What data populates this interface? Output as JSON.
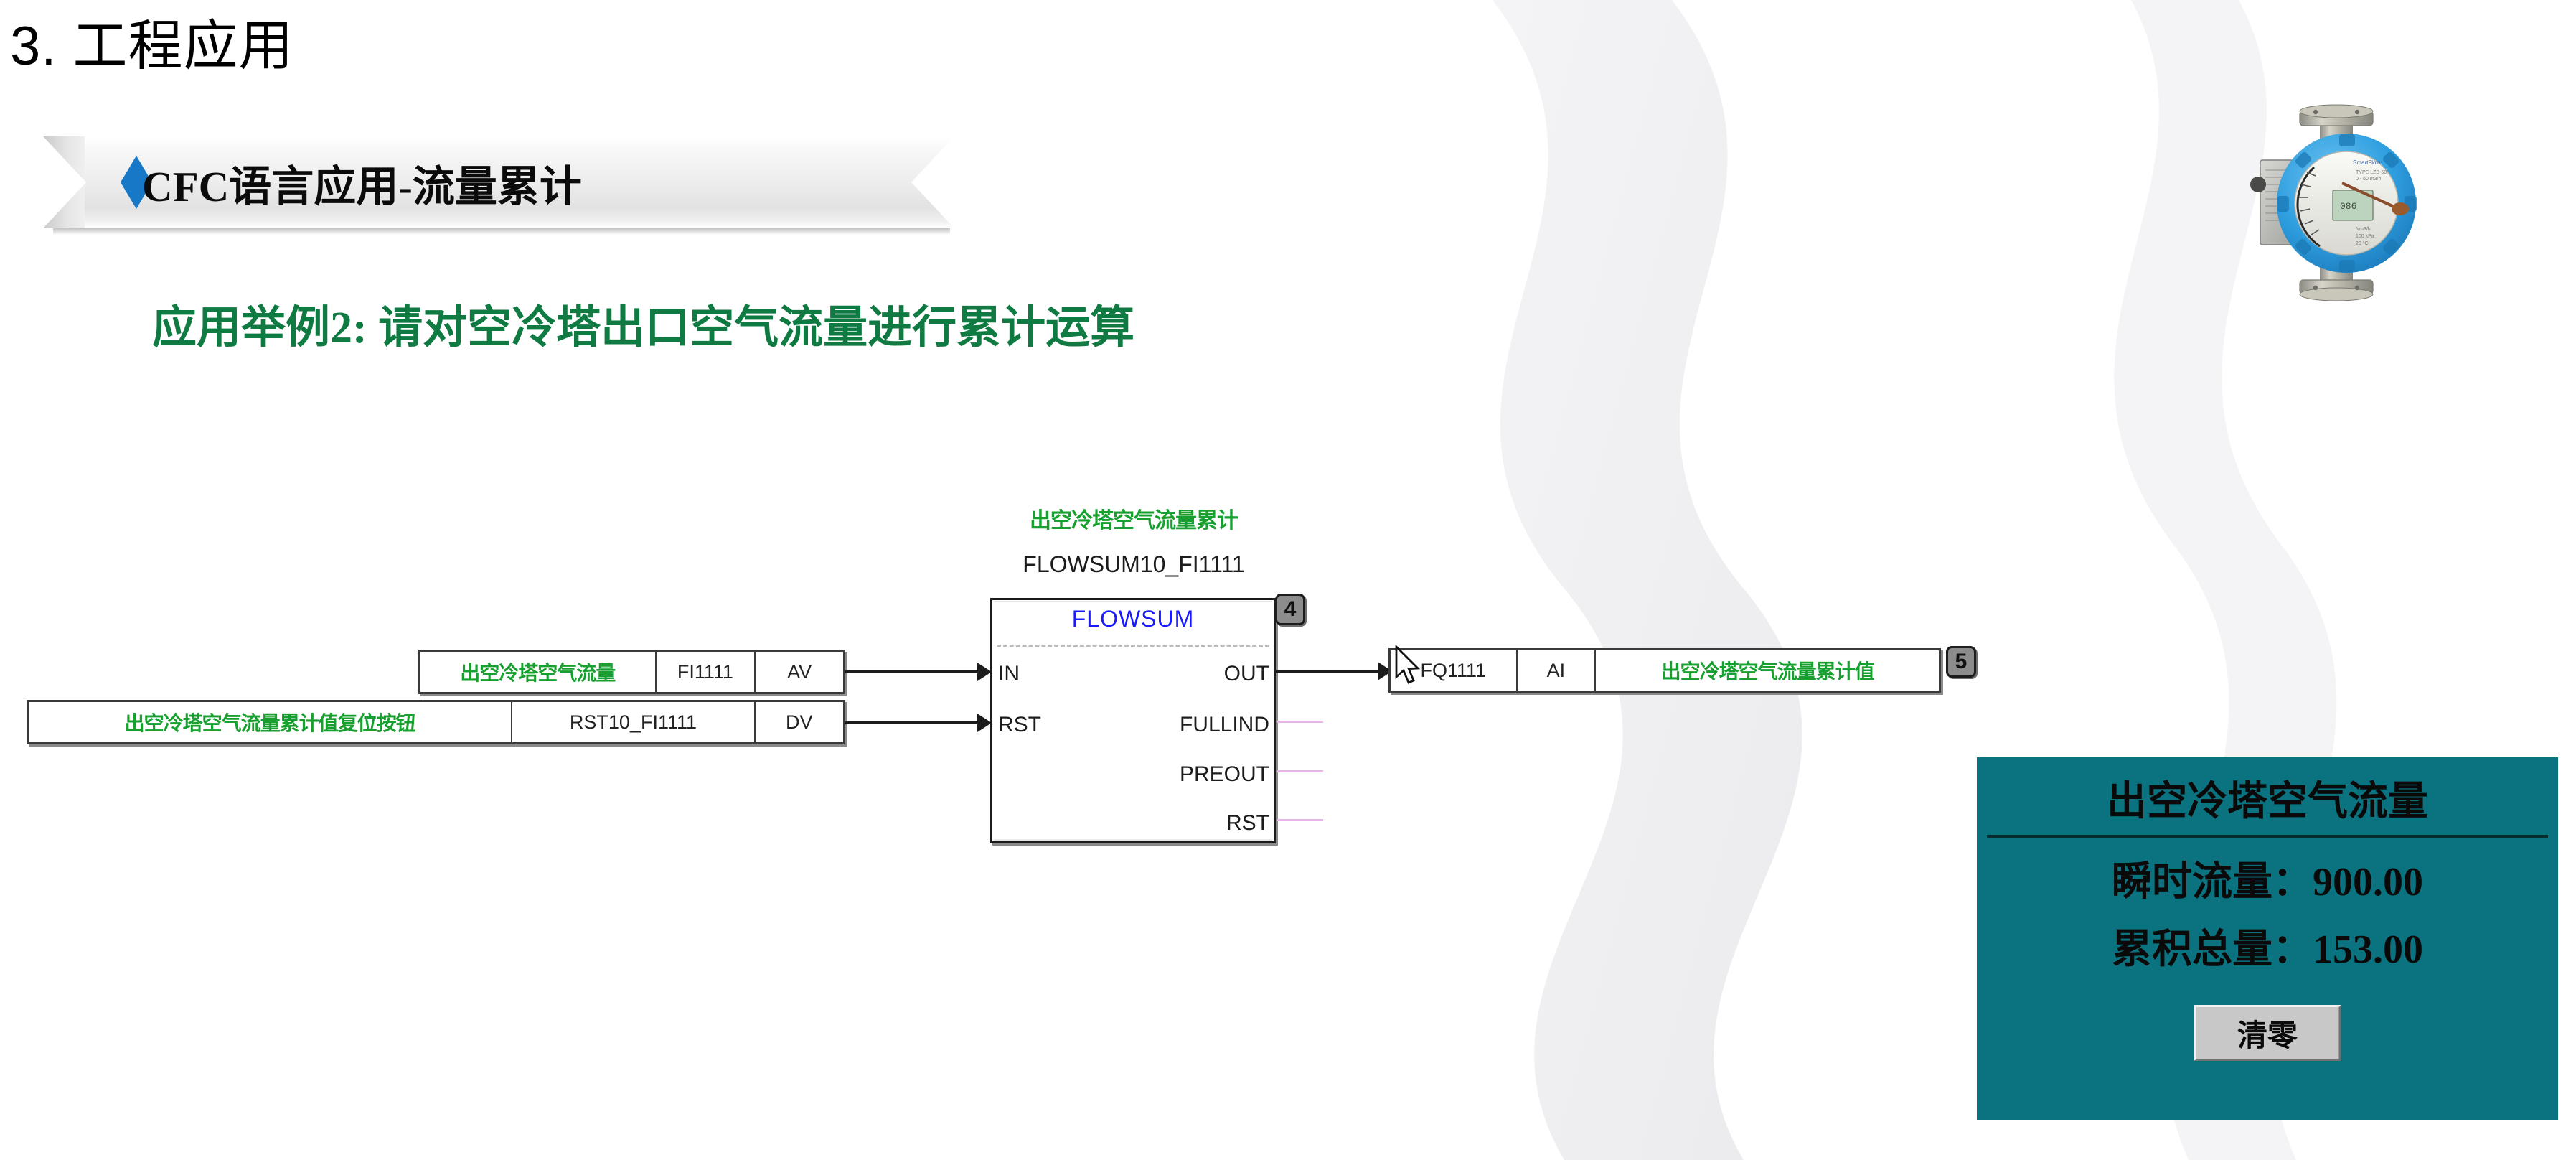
{
  "slide": {
    "title": "3. 工程应用",
    "banner_label": "CFC语言应用-流量累计",
    "banner_bullet": "diamond-bullet",
    "example_line": "应用举例2: 请对空冷塔出口空气流量进行累计运算"
  },
  "diagram": {
    "block_comment": "出空冷塔空气流量累计",
    "block_instance": "FLOWSUM10_FI1111",
    "block_type": "FLOWSUM",
    "inputs": [
      {
        "description": "出空冷塔空气流量",
        "tag": "FI1111",
        "datatype": "AV",
        "pin": "IN"
      },
      {
        "description": "出空冷塔空气流量累计值复位按钮",
        "tag": "RST10_FI1111",
        "datatype": "DV",
        "pin": "RST"
      }
    ],
    "pins_left": [
      "IN",
      "RST"
    ],
    "pins_right": [
      "OUT",
      "FULLIND",
      "PREOUT",
      "RST"
    ],
    "output": {
      "tag": "FQ1111",
      "datatype": "AI",
      "description": "出空冷塔空气流量累计值"
    },
    "badges": {
      "block": "4",
      "output": "5"
    },
    "colors": {
      "block_type_text": "#1a1aff",
      "comment_text": "#17a02f",
      "tag_text": "#222222",
      "wire": "#1c1c1c",
      "stub": "#e7b4e7"
    },
    "cursor": "mouse-pointer"
  },
  "hmi": {
    "title": "出空冷塔空气流量",
    "rows": [
      {
        "label": "瞬时流量：",
        "value": "900.00"
      },
      {
        "label": "累积总量：",
        "value": "153.00"
      }
    ],
    "row_texts": [
      "瞬时流量：900.00",
      "累积总量：153.00"
    ],
    "reset_button": "清零",
    "panel_color": "#0b7380",
    "button_color": "#c8c8c8"
  },
  "photo": {
    "name": "variable-area-flowmeter",
    "body_color": "#2f9fe0"
  }
}
